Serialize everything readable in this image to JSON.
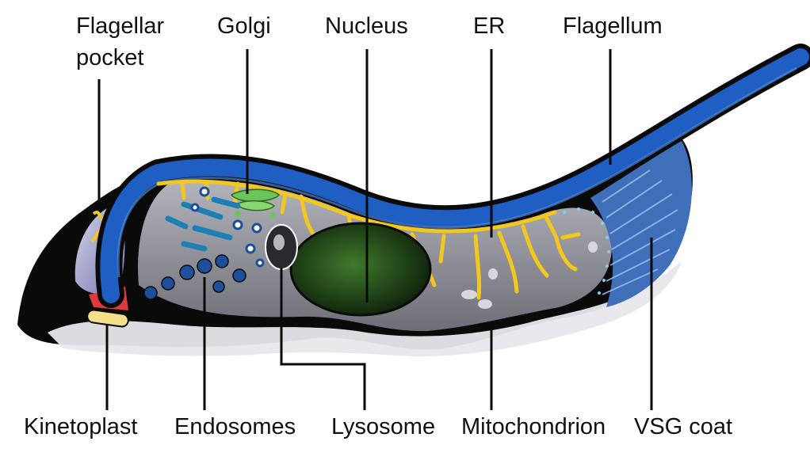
{
  "labels": {
    "flagellar_pocket_line1": "Flagellar",
    "flagellar_pocket_line2": "pocket",
    "golgi": "Golgi",
    "nucleus": "Nucleus",
    "er": "ER",
    "flagellum": "Flagellum",
    "kinetoplast": "Kinetoplast",
    "endosomes": "Endosomes",
    "lysosome": "Lysosome",
    "mitochondrion": "Mitochondrion",
    "vsg_coat": "VSG coat"
  },
  "colors": {
    "outline": "#0a0a0a",
    "flagellum": "#1f5fc4",
    "flagellum_dark": "#103a86",
    "cytoplasm": "#8a8a92",
    "cytoplasm_light": "#c9c9cf",
    "er": "#f2c81e",
    "golgi": "#6cc45a",
    "nucleus": "#27561f",
    "vsg_coat": "#3e6fb8",
    "endosome": "#1d4f9c",
    "kinetoplast": "#f3e089",
    "pocket_red": "#e03a3a",
    "pocket_purple": "#9c9ccb"
  }
}
